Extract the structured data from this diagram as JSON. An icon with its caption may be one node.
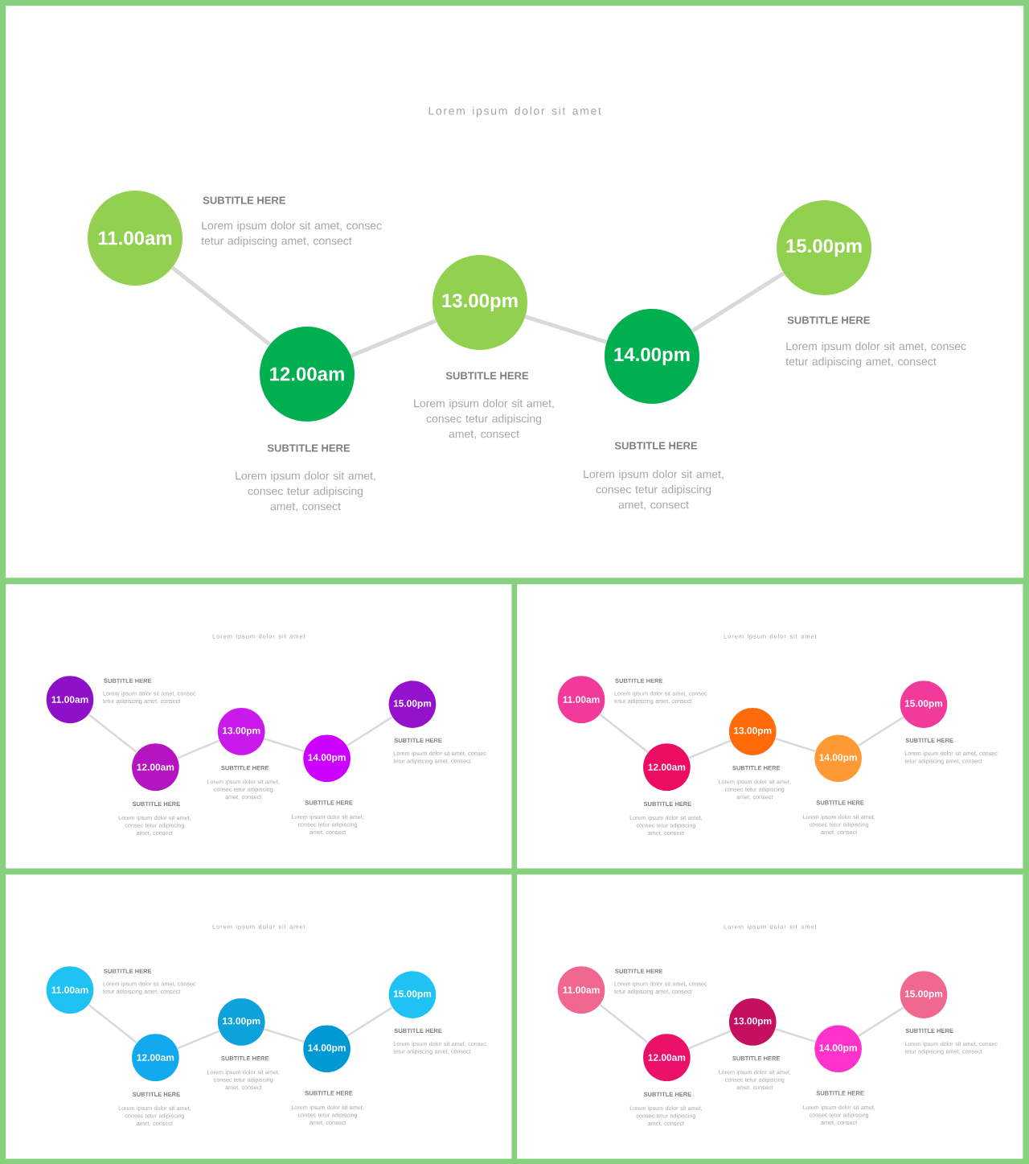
{
  "diagram": {
    "nodes": [
      {
        "text": [
          "Lorem ipsum dolor sit amet"
        ]
      },
      {
        "text": [
          "11.00am"
        ],
        "in": 0,
        "beside": [
          "SUBTITLE HERE",
          "Lorem ipsum dolor sit amet, consec tetur adipiscing amet, consect"
        ]
      },
      {
        "text": [
          "12.00am"
        ],
        "in": 0,
        "beside": [
          "SUBTITLE HERE",
          "Lorem ipsum dolor sit amet, consec tetur adipiscing amet, consect"
        ]
      },
      {
        "text": [
          "13.00pm"
        ],
        "in": 0,
        "beside": [
          "SUBTITLE HERE",
          "Lorem ipsum dolor sit amet, consec tetur adipiscing amet, consect"
        ]
      },
      {
        "text": [
          "14.00pm"
        ],
        "in": 0,
        "beside": [
          "SUBTITLE HERE",
          "Lorem ipsum dolor sit amet, consec tetur adipiscing amet, consect"
        ]
      },
      {
        "text": [
          "15.00pm"
        ],
        "in": 0,
        "beside": [
          "SUBTITLE HERE",
          "Lorem ipsum dolor sit amet, consec tetur adipiscing amet, consect"
        ]
      },
      {
        "text": [
          "Lorem ipsum dolor sit amet"
        ]
      },
      {
        "text": [
          "11.00am"
        ],
        "in": 6,
        "beside": [
          "SUBTITLE HERE",
          "Lorem ipsum dolor sit amet, consec tetur adipiscing amet, consect"
        ]
      },
      {
        "text": [
          "12.00am"
        ],
        "in": 6,
        "beside": [
          "SUBTITLE HERE",
          "Lorem ipsum dolor sit amet, consec tetur adipiscing amet, consect"
        ]
      },
      {
        "text": [
          "13.00pm"
        ],
        "in": 6,
        "beside": [
          "SUBTITLE HERE",
          "Lorem ipsum dolor sit amet, consec tetur adipiscing amet, consect"
        ]
      },
      {
        "text": [
          "14.00pm"
        ],
        "in": 6,
        "beside": [
          "SUBTITLE HERE",
          "Lorem ipsum dolor sit amet, consec tetur adipiscing amet, consect"
        ]
      },
      {
        "text": [
          "15.00pm"
        ],
        "in": 6,
        "beside": [
          "SUBTITLE HERE",
          "Lorem ipsum dolor sit amet, consec tetur adipiscing amet, consect"
        ]
      },
      {
        "text": [
          "Lorem ipsum dolor sit amet"
        ]
      },
      {
        "text": [
          "11.00am"
        ],
        "in": 12,
        "beside": [
          "SUBTITLE HERE",
          "Lorem ipsum dolor sit amet, consec tetur adipiscing amet, consect"
        ]
      },
      {
        "text": [
          "12.00am"
        ],
        "in": 12,
        "beside": [
          "SUBTITLE HERE",
          "Lorem ipsum dolor sit amet, consec tetur adipiscing amet, consect"
        ]
      },
      {
        "text": [
          "13.00pm"
        ],
        "in": 12,
        "beside": [
          "SUBTITLE HERE",
          "Lorem ipsum dolor sit amet, consec tetur adipiscing amet, consect"
        ]
      },
      {
        "text": [
          "14.00pm"
        ],
        "in": 12,
        "beside": [
          "SUBTITLE HERE",
          "Lorem ipsum dolor sit amet, consec tetur adipiscing amet, consect"
        ]
      },
      {
        "text": [
          "15.00pm"
        ],
        "in": 12,
        "beside": [
          "SUBTITLE HERE",
          "Lorem ipsum dolor sit amet, consec tetur adipiscing amet, consect"
        ]
      },
      {
        "text": [
          "Lorem ipsum dolor sit amet"
        ]
      },
      {
        "text": [
          "11.00am"
        ],
        "in": 18,
        "beside": [
          "SUBTITLE HERE",
          "Lorem ipsum dolor sit amet, consec tetur adipiscing amet, consect"
        ]
      },
      {
        "text": [
          "12.00am"
        ],
        "in": 18,
        "beside": [
          "SUBTITLE HERE",
          "Lorem ipsum dolor sit amet, consec tetur adipiscing amet, consect"
        ]
      },
      {
        "text": [
          "13.00pm"
        ],
        "in": 18,
        "beside": [
          "SUBTITLE HERE",
          "Lorem ipsum dolor sit amet, consec tetur adipiscing amet, consect"
        ]
      },
      {
        "text": [
          "14.00pm"
        ],
        "in": 18,
        "beside": [
          "SUBTITLE HERE",
          "Lorem ipsum dolor sit amet, consec tetur adipiscing amet, consect"
        ]
      },
      {
        "text": [
          "15.00pm"
        ],
        "in": 18,
        "beside": [
          "SUBTITLE HERE",
          "Lorem ipsum dolor sit amet, consec tetur adipiscing amet, consect"
        ]
      },
      {
        "text": [
          "Lorem ipsum dolor sit amet"
        ]
      },
      {
        "text": [
          "11.00am"
        ],
        "in": 24,
        "beside": [
          "SUBTITLE HERE",
          "Lorem ipsum dolor sit amet, consec tetur adipiscing amet, consect"
        ]
      },
      {
        "text": [
          "12.00am"
        ],
        "in": 24,
        "beside": [
          "SUBTITLE HERE",
          "Lorem ipsum dolor sit amet, consec tetur adipiscing amet, consect"
        ]
      },
      {
        "text": [
          "13.00pm"
        ],
        "in": 24,
        "beside": [
          "SUBTITLE HERE",
          "Lorem ipsum dolor sit amet, consec tetur adipiscing amet, consect"
        ]
      },
      {
        "text": [
          "14.00pm"
        ],
        "in": 24,
        "beside": [
          "SUBTITLE HERE",
          "Lorem ipsum dolor sit amet, consec tetur adipiscing amet, consect"
        ]
      },
      {
        "text": [
          "15.00pm"
        ],
        "in": 24,
        "beside": [
          "SUBTITLE HERE",
          "Lorem ipsum dolor sit amet, consec tetur adipiscing amet, consect"
        ]
      }
    ],
    "edges": [
      {
        "from": 1,
        "to": 2,
        "arrow": "none",
        "style": "thick"
      },
      {
        "from": 2,
        "to": 3,
        "arrow": "none",
        "style": "thick"
      },
      {
        "from": 3,
        "to": 4,
        "arrow": "none",
        "style": "thick"
      },
      {
        "from": 4,
        "to": 5,
        "arrow": "none",
        "style": "thick"
      },
      {
        "from": 7,
        "to": 8,
        "arrow": "none"
      },
      {
        "from": 8,
        "to": 9,
        "arrow": "none"
      },
      {
        "from": 9,
        "to": 10,
        "arrow": "none"
      },
      {
        "from": 10,
        "to": 11,
        "arrow": "none"
      },
      {
        "from": 13,
        "to": 14,
        "arrow": "none"
      },
      {
        "from": 14,
        "to": 15,
        "arrow": "none"
      },
      {
        "from": 15,
        "to": 16,
        "arrow": "none"
      },
      {
        "from": 16,
        "to": 17,
        "arrow": "none"
      },
      {
        "from": 19,
        "to": 20,
        "arrow": "none"
      },
      {
        "from": 20,
        "to": 21,
        "arrow": "none"
      },
      {
        "from": 21,
        "to": 22,
        "arrow": "none"
      },
      {
        "from": 22,
        "to": 23,
        "arrow": "none"
      },
      {
        "from": 25,
        "to": 26,
        "arrow": "none"
      },
      {
        "from": 26,
        "to": 27,
        "arrow": "none"
      },
      {
        "from": 27,
        "to": 28,
        "arrow": "none"
      },
      {
        "from": 28,
        "to": 29,
        "arrow": "none"
      }
    ]
  }
}
